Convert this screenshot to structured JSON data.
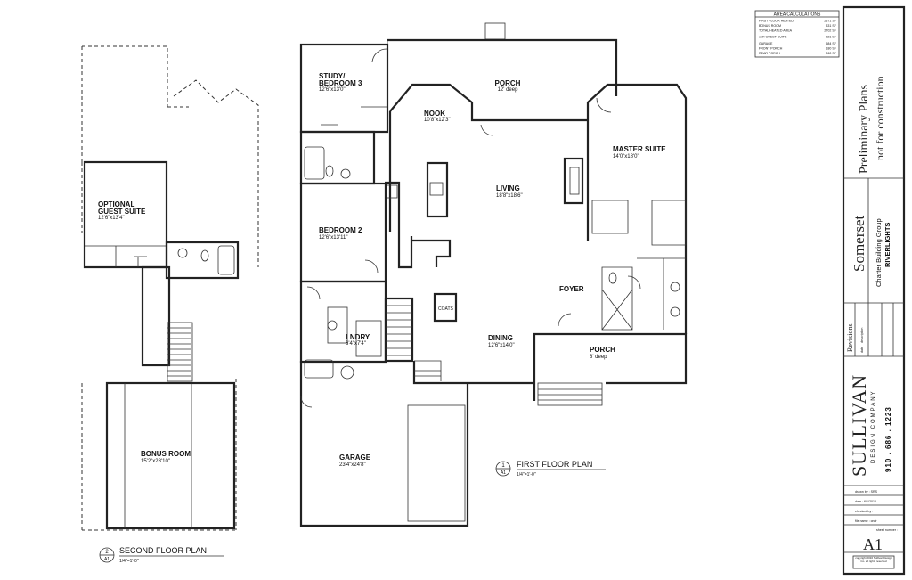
{
  "rooms": {
    "study": {
      "name1": "STUDY/",
      "name2": "BEDROOM 3",
      "dim": "12'6\"x13'0\""
    },
    "porch_rear": {
      "name": "PORCH",
      "dim": "12' deep"
    },
    "nook": {
      "name": "NOOK",
      "dim": "10'8\"x12'3\""
    },
    "master": {
      "name": "MASTER SUITE",
      "dim": "14'0\"x18'0\""
    },
    "living": {
      "name": "LIVING",
      "dim": "18'8\"x18'6\""
    },
    "bedroom2": {
      "name": "BEDROOM 2",
      "dim": "12'6\"x13'11\""
    },
    "foyer": {
      "name": "FOYER"
    },
    "laundry": {
      "name": "LNDRY",
      "dim": "6'4\"x7'4\""
    },
    "coats": {
      "name": "COATS"
    },
    "dining": {
      "name": "DINING",
      "dim": "12'6\"x14'0\""
    },
    "porch_front": {
      "name": "PORCH",
      "dim": "8' deep"
    },
    "garage": {
      "name": "GARAGE",
      "dim": "23'4\"x24'8\""
    },
    "guest": {
      "name1": "OPTIONAL",
      "name2": "GUEST SUITE",
      "dim": "12'6\"x13'4\""
    },
    "bonus": {
      "name": "BONUS ROOM",
      "dim": "15'2\"x28'10\""
    }
  },
  "plans": {
    "first": {
      "num": "1",
      "sheet": "A1",
      "title": "FIRST FLOOR PLAN",
      "scale": "1/4\"=1'-0\""
    },
    "second": {
      "num": "2",
      "sheet": "A1",
      "title": "SECOND FLOOR PLAN",
      "scale": "1/4\"=1'-0\""
    }
  },
  "area_calc": {
    "title": "AREA CALCULATIONS",
    "rows": [
      {
        "label": "FIRST FLOOR HEATED",
        "value": "2371 SF"
      },
      {
        "label": "BONUS ROOM",
        "value": "331 SF"
      },
      {
        "label": "TOTAL HEATED AREA",
        "value": "2702 SF"
      },
      {
        "label": "opt'l GUEST SUITE",
        "value": "221 SF"
      },
      {
        "label": "GARAGE",
        "value": "584 SF"
      },
      {
        "label": "FRONT PORCH",
        "value": "180 SF"
      },
      {
        "label": "REAR PORCH",
        "value": "260 SF"
      }
    ]
  },
  "titleblock": {
    "prelim1": "Preliminary Plans",
    "prelim2": "not for construction",
    "project": "Somerset",
    "client": "Charter Building Group",
    "client2": "RIVERLIGHTS",
    "revisions": "Revisions",
    "rev_date": "date",
    "rev_desc": "description",
    "company": "SULLIVAN",
    "company_sub": "DESIGN COMPANY",
    "phone": "910 . 686 . 1223",
    "drawn_by": "drawn by : SRS",
    "date": "date : 6/1/2016",
    "checked_by": "checked by :",
    "file_name": "file name : cndr",
    "sheet_number_label": "sheet number :",
    "sheet_number": "A1",
    "copyright": "copyright 2016 Sullivan Design Co. all rights reserved"
  }
}
